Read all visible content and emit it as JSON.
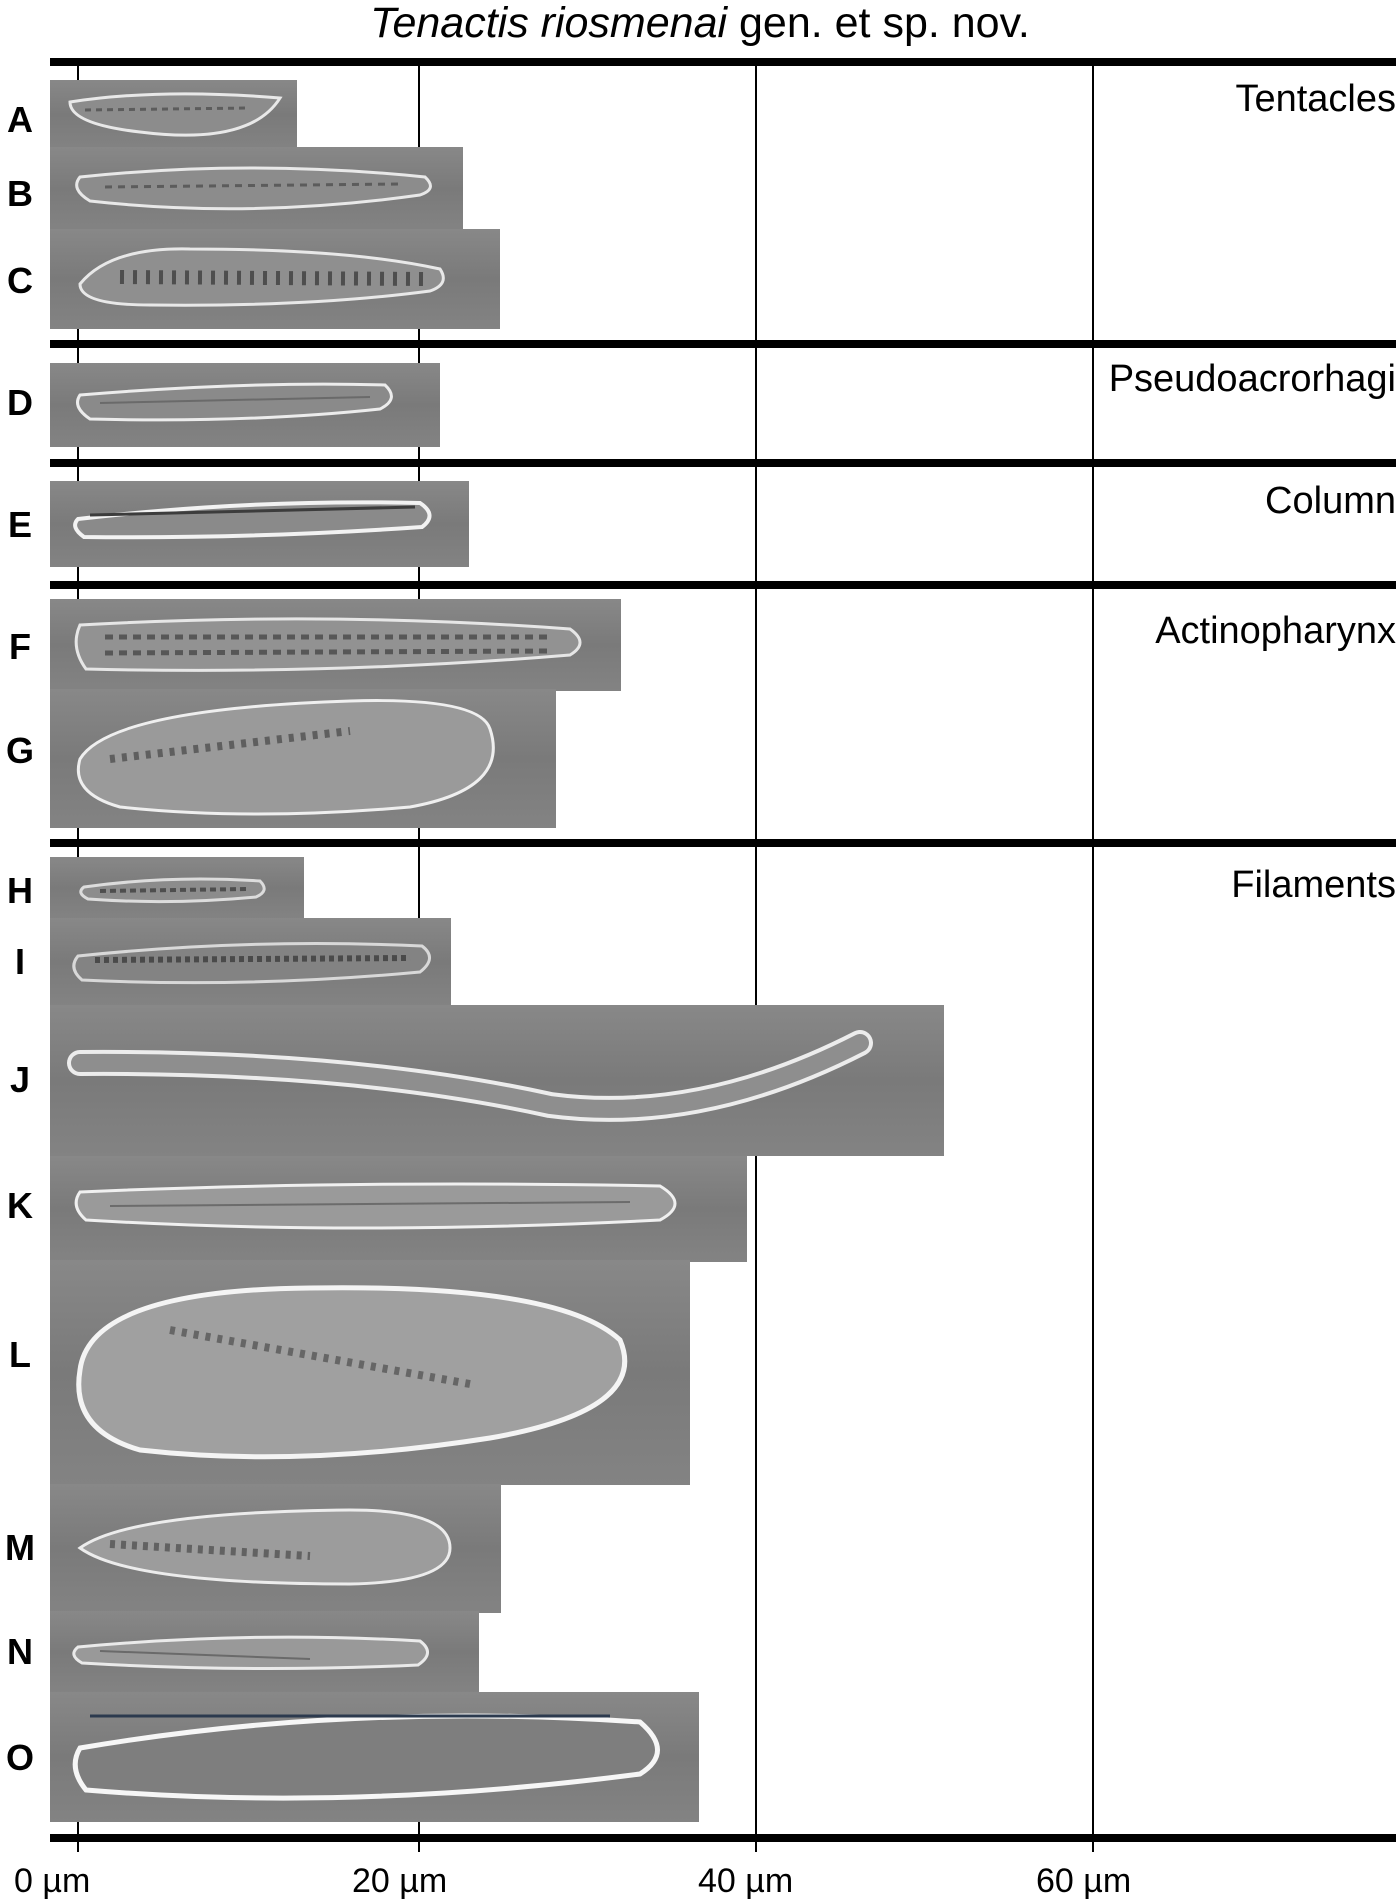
{
  "figure": {
    "title_italic": "Tenactis riosmenai",
    "title_rest": " gen. et sp. nov."
  },
  "sections": [
    {
      "label": "Tentacles"
    },
    {
      "label": "Pseudoacrorhagi"
    },
    {
      "label": "Column"
    },
    {
      "label": "Actinopharynx"
    },
    {
      "label": "Filaments"
    }
  ],
  "panels": [
    {
      "letter": "A"
    },
    {
      "letter": "B"
    },
    {
      "letter": "C"
    },
    {
      "letter": "D"
    },
    {
      "letter": "E"
    },
    {
      "letter": "F"
    },
    {
      "letter": "G"
    },
    {
      "letter": "H"
    },
    {
      "letter": "I"
    },
    {
      "letter": "J"
    },
    {
      "letter": "K"
    },
    {
      "letter": "L"
    },
    {
      "letter": "M"
    },
    {
      "letter": "N"
    },
    {
      "letter": "O"
    }
  ],
  "scale": {
    "ticks": [
      "0 µm",
      "20 µm",
      "40 µm",
      "60 µm"
    ]
  },
  "colors": {
    "photo_background": "#808080",
    "line": "#000000"
  }
}
